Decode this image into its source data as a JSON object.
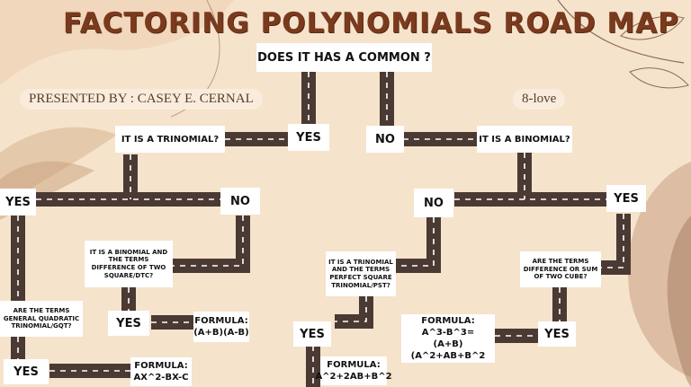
{
  "title": "FACTORING POLYNOMIALS ROAD MAP",
  "presenter": "PRESENTED BY : CASEY E. CERNAL",
  "section": "8-love",
  "nodes": {
    "common_q": "DOES IT HAS A COMMON ?",
    "yes_common": "YES",
    "no_common": "NO",
    "trinomial_q": "IT IS A TRINOMIAL?",
    "binomial_q": "IT IS A BINOMIAL?",
    "yes_trinomial": "YES",
    "no_trinomial": "NO",
    "no_binomial": "NO",
    "yes_binomial": "YES",
    "dtc_q": "IT IS A BINOMIAL AND THE TERMS DIFFERENCE OF TWO SQUARE/DTC?",
    "yes_dtc": "YES",
    "formula_dtc_label": "FORMULA:",
    "formula_dtc": "(A+B)(A-B)",
    "gqt_q": "ARE THE TERMS GENERAL QUADRATIC TRINOMIAL/GQT?",
    "yes_gqt": "YES",
    "formula_gqt_label": "FORMULA:",
    "formula_gqt": "AX^2-BX-C",
    "pst_q": "IT IS A TRINOMIAL AND THE TERMS PERFECT SQUARE TRINOMIAL/PST?",
    "yes_pst": "YES",
    "formula_pst_label": "FORMULA:",
    "formula_pst": "A^2+2AB+B^2",
    "cube_q": "ARE THE TERMS DIFFERENCE OR SUM OF TWO CUBE?",
    "yes_cube": "YES",
    "formula_cube_label": "FORMULA:",
    "formula_cube_1": "A^3-B^3=",
    "formula_cube_2": "(A+B)(A^2+AB+B^2"
  },
  "colors": {
    "background": "#f6e3cc",
    "road": "#4a3a33",
    "road_dash": "#ffffff",
    "title": "#7a3a1e",
    "box": "#ffffff"
  }
}
